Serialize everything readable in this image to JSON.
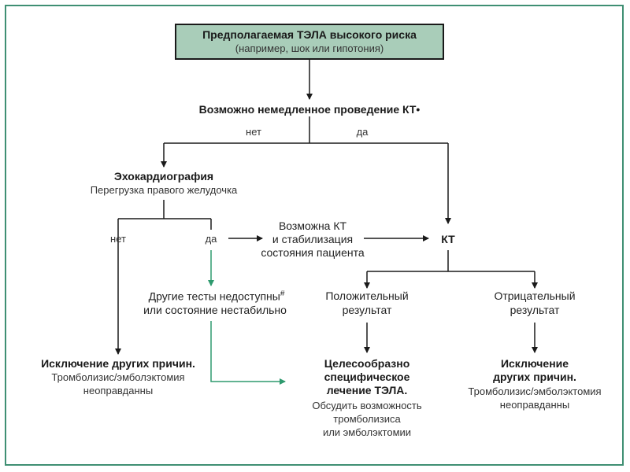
{
  "start": {
    "title": "Предполагаемая ТЭЛА высокого риска",
    "subtitle": "(например, шок или гипотония)"
  },
  "ct_question": "Возможно немедленное проведение КТ•",
  "ct_no": "нет",
  "ct_yes": "да",
  "echo": {
    "title": "Эхокардиография",
    "subtitle": "Перегрузка правого желудочка"
  },
  "echo_no": "нет",
  "echo_yes": "да",
  "ct_stab": {
    "line1": "Возможна КТ",
    "line2": "и стабилизация",
    "line3": "состояния пациента"
  },
  "ct_node": "КТ",
  "other_tests": {
    "line1": "Другие тесты недоступны",
    "mark": "#",
    "line2": "или состояние нестабильно"
  },
  "positive": {
    "line1": "Положительный",
    "line2": "результат"
  },
  "negative": {
    "line1": "Отрицательный",
    "line2": "результат"
  },
  "exclude_left": {
    "title": "Исключение других причин.",
    "line2": "Тромболизис/эмболэктомия",
    "line3": "неоправданны"
  },
  "treat": {
    "line1": "Целесообразно",
    "line2": "специфическое",
    "line3": "лечение ТЭЛА.",
    "line4": "Обсудить возможность",
    "line5": "тромболизиса",
    "line6": "или эмболэктомии"
  },
  "exclude_right": {
    "line1": "Исключение",
    "line2": "других причин.",
    "line3": "Тромболизис/эмболэктомия",
    "line4": "неоправданны"
  },
  "colors": {
    "frame": "#3f8f73",
    "start_fill": "#a9cdb9",
    "line": "#1a1a1a",
    "green_arrow": "#2e9a6e"
  }
}
